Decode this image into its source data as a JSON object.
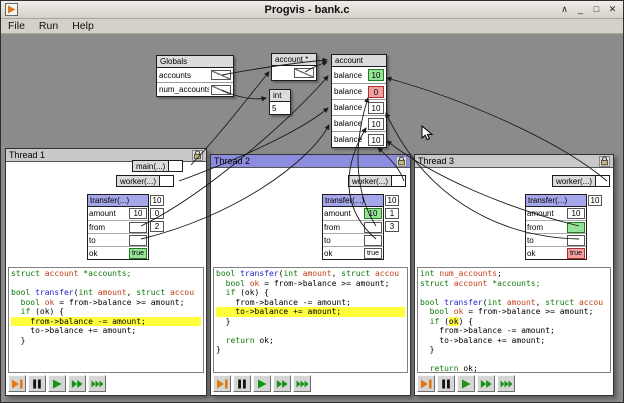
{
  "window": {
    "title": "Progvis - bank.c",
    "controls": [
      {
        "id": "shade",
        "glyph": "∧"
      },
      {
        "id": "minimize",
        "glyph": "_"
      },
      {
        "id": "maximize",
        "glyph": "□"
      },
      {
        "id": "close",
        "glyph": "✕"
      }
    ]
  },
  "menu": {
    "items": [
      "File",
      "Run",
      "Help"
    ]
  },
  "heap": {
    "globals": {
      "title": "Globals",
      "rows": [
        {
          "label": "accounts"
        },
        {
          "label": "num_accounts"
        }
      ]
    },
    "account_ptr": {
      "title": "account *"
    },
    "account": {
      "title": "account",
      "rows": [
        {
          "label": "balance",
          "value": "10",
          "hl": "read"
        },
        {
          "label": "balance",
          "value": "0",
          "hl": "write"
        },
        {
          "label": "balance",
          "value": "10"
        },
        {
          "label": "balance",
          "value": "10"
        },
        {
          "label": "balance",
          "value": "10"
        }
      ]
    },
    "int_box": {
      "title": "int",
      "value": "5"
    }
  },
  "threads": [
    {
      "title": "Thread 1",
      "selected": false,
      "callers": [
        {
          "label": "main(...)"
        },
        {
          "label": "worker(...)"
        }
      ],
      "frame": {
        "title": "transfer(...)",
        "temps": [
          "10",
          "0",
          "2"
        ],
        "vars": [
          {
            "name": "amount",
            "value": "10"
          },
          {
            "name": "from",
            "pointer": true
          },
          {
            "name": "to",
            "pointer": true
          },
          {
            "name": "ok",
            "value": "true",
            "hl": "read"
          }
        ]
      },
      "code": [
        {
          "seg": [
            {
              "c": "k",
              "t": "struct "
            },
            {
              "c": "t",
              "t": "account "
            },
            {
              "c": "k",
              "t": "*accounts;"
            }
          ]
        },
        {
          "seg": []
        },
        {
          "seg": [
            {
              "c": "k",
              "t": "bool "
            },
            {
              "c": "f",
              "t": "transfer"
            },
            {
              "c": "p",
              "t": "("
            },
            {
              "c": "k",
              "t": "int "
            },
            {
              "c": "t",
              "t": "amount"
            },
            {
              "c": "p",
              "t": ", "
            },
            {
              "c": "k",
              "t": "struct "
            },
            {
              "c": "t",
              "t": "accou"
            }
          ]
        },
        {
          "seg": [
            {
              "c": "p",
              "t": "  "
            },
            {
              "c": "k",
              "t": "bool "
            },
            {
              "c": "t",
              "t": "ok"
            },
            {
              "c": "p",
              "t": " = from->balance >= amount;"
            }
          ]
        },
        {
          "seg": [
            {
              "c": "p",
              "t": "  "
            },
            {
              "c": "k",
              "t": "if"
            },
            {
              "c": "p",
              "t": " (ok) {"
            }
          ]
        },
        {
          "hl": true,
          "seg": [
            {
              "c": "p",
              "t": "    from->balance -= amount;"
            }
          ]
        },
        {
          "seg": [
            {
              "c": "p",
              "t": "    to->balance += amount;"
            }
          ]
        },
        {
          "seg": [
            {
              "c": "p",
              "t": "  }"
            }
          ]
        }
      ],
      "toolbar": [
        "step",
        "pause",
        "run",
        "run-fast",
        "run-faster"
      ]
    },
    {
      "title": "Thread 2",
      "selected": true,
      "callers": [
        {
          "label": "worker(...)"
        }
      ],
      "frame": {
        "title": "transfer(...)",
        "temps": [
          "10",
          "1",
          "3"
        ],
        "vars": [
          {
            "name": "amount",
            "value": "10",
            "hl": "read"
          },
          {
            "name": "from",
            "pointer": true
          },
          {
            "name": "to",
            "pointer": true
          },
          {
            "name": "ok",
            "value": "true"
          }
        ]
      },
      "code": [
        {
          "seg": [
            {
              "c": "k",
              "t": "bool "
            },
            {
              "c": "f",
              "t": "transfer"
            },
            {
              "c": "p",
              "t": "("
            },
            {
              "c": "k",
              "t": "int "
            },
            {
              "c": "t",
              "t": "amount"
            },
            {
              "c": "p",
              "t": ", "
            },
            {
              "c": "k",
              "t": "struct "
            },
            {
              "c": "t",
              "t": "accou"
            }
          ]
        },
        {
          "seg": [
            {
              "c": "p",
              "t": "  "
            },
            {
              "c": "k",
              "t": "bool "
            },
            {
              "c": "t",
              "t": "ok"
            },
            {
              "c": "p",
              "t": " = from->balance >= amount;"
            }
          ]
        },
        {
          "seg": [
            {
              "c": "p",
              "t": "  "
            },
            {
              "c": "k",
              "t": "if"
            },
            {
              "c": "p",
              "t": " (ok) {"
            }
          ]
        },
        {
          "seg": [
            {
              "c": "p",
              "t": "    from->balance -= amount;"
            }
          ]
        },
        {
          "hl": true,
          "seg": [
            {
              "c": "p",
              "t": "    to->balance += amount;"
            }
          ]
        },
        {
          "seg": [
            {
              "c": "p",
              "t": "  }"
            }
          ]
        },
        {
          "seg": []
        },
        {
          "seg": [
            {
              "c": "p",
              "t": "  "
            },
            {
              "c": "k",
              "t": "return "
            },
            {
              "c": "p",
              "t": "ok;"
            }
          ]
        },
        {
          "seg": [
            {
              "c": "p",
              "t": "}"
            }
          ]
        }
      ],
      "toolbar": [
        "step",
        "pause",
        "run",
        "run-fast",
        "run-faster"
      ]
    },
    {
      "title": "Thread 3",
      "selected": false,
      "callers": [
        {
          "label": "worker(...)"
        }
      ],
      "frame": {
        "title": "transfer(...)",
        "temps": [
          "10"
        ],
        "vars": [
          {
            "name": "amount",
            "value": "10"
          },
          {
            "name": "from",
            "pointer": true,
            "hl": "read"
          },
          {
            "name": "to",
            "pointer": true
          },
          {
            "name": "ok",
            "value": "true",
            "hl": "write"
          }
        ]
      },
      "code": [
        {
          "seg": [
            {
              "c": "k",
              "t": "int "
            },
            {
              "c": "t",
              "t": "num_accounts"
            },
            {
              "c": "p",
              "t": ";"
            }
          ]
        },
        {
          "seg": [
            {
              "c": "k",
              "t": "struct "
            },
            {
              "c": "t",
              "t": "account "
            },
            {
              "c": "k",
              "t": "*accounts;"
            }
          ]
        },
        {
          "seg": []
        },
        {
          "seg": [
            {
              "c": "k",
              "t": "bool "
            },
            {
              "c": "f",
              "t": "transfer"
            },
            {
              "c": "p",
              "t": "("
            },
            {
              "c": "k",
              "t": "int "
            },
            {
              "c": "t",
              "t": "amount"
            },
            {
              "c": "p",
              "t": ", "
            },
            {
              "c": "k",
              "t": "struct "
            },
            {
              "c": "t",
              "t": "accou"
            }
          ]
        },
        {
          "seg": [
            {
              "c": "p",
              "t": "  "
            },
            {
              "c": "k",
              "t": "bool "
            },
            {
              "c": "t",
              "t": "ok"
            },
            {
              "c": "p",
              "t": " = from->balance >= amount;"
            }
          ]
        },
        {
          "seg": [
            {
              "c": "p",
              "t": "  "
            },
            {
              "c": "k",
              "t": "if"
            },
            {
              "c": "p",
              "t": " ("
            },
            {
              "c": "p",
              "t": "ok",
              "hl": true
            },
            {
              "c": "p",
              "t": ") {"
            }
          ]
        },
        {
          "seg": [
            {
              "c": "p",
              "t": "    from->balance -= amount;"
            }
          ]
        },
        {
          "seg": [
            {
              "c": "p",
              "t": "    to->balance += amount;"
            }
          ]
        },
        {
          "seg": [
            {
              "c": "p",
              "t": "  }"
            }
          ]
        },
        {
          "seg": []
        },
        {
          "seg": [
            {
              "c": "p",
              "t": "  "
            },
            {
              "c": "k",
              "t": "return "
            },
            {
              "c": "p",
              "t": "ok;"
            }
          ]
        }
      ],
      "toolbar": [
        "step",
        "pause",
        "run",
        "run-fast",
        "run-faster"
      ]
    }
  ]
}
